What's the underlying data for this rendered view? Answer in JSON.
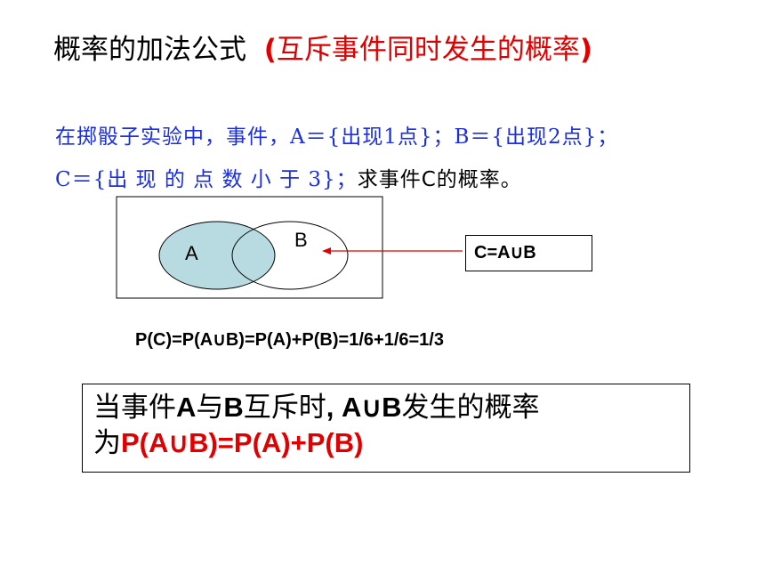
{
  "title": {
    "main": "概率的加法公式",
    "paren_open": "(",
    "paren_text": "互斥事件同时发生的概率",
    "paren_close": ")"
  },
  "problem": {
    "line1": "在掷骰子实验中，事件，A＝{出现1点}；B＝{出现2点}；",
    "line2_blue": "C＝{出 现 的 点 数 小 于 3}；",
    "line2_black": "求事件C的概率。"
  },
  "venn": {
    "label_a": "A",
    "label_b": "B",
    "fill_a": "#b7dbe0",
    "result_label": "C=A∪B",
    "arrow_color": "#e00000"
  },
  "formula": "P(C)=P(A∪B)=P(A)+P(B)=1/6+1/6=1/3",
  "conclusion": {
    "t1": "当事件",
    "t2": "A",
    "t3": "与",
    "t4": "B",
    "t5": "互斥时",
    "t6": ", A∪B",
    "t7": "发生的概率",
    "t8": "为",
    "t9": "P(A∪B)=P(A)+P(B)"
  },
  "colors": {
    "blue_text": "#1a2ee6",
    "red_text": "#e00000"
  }
}
